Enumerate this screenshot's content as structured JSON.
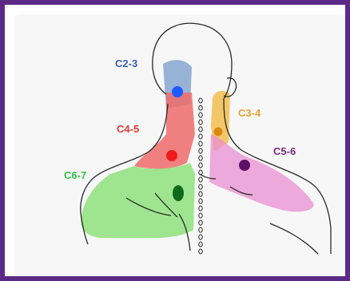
{
  "regions": [
    {
      "key": "c2_3",
      "label": "C2-3",
      "color": "#3b5fb0",
      "fill": "#7fa0cc",
      "dot": "#1e5bff"
    },
    {
      "key": "c3_4",
      "label": "C3-4",
      "color": "#e8a230",
      "fill": "#f3c15a",
      "dot": "#d98a12"
    },
    {
      "key": "c4_5",
      "label": "C4-5",
      "color": "#e03a3a",
      "fill": "#ef6b6b",
      "dot": "#ee1c1c"
    },
    {
      "key": "c5_6",
      "label": "C5-6",
      "color": "#7a2a86",
      "fill": "#e98fd2",
      "dot": "#5e0f66"
    },
    {
      "key": "c6_7",
      "label": "C6-7",
      "color": "#33c24a",
      "fill": "#8fe07d",
      "dot": "#0c6b1a"
    }
  ]
}
